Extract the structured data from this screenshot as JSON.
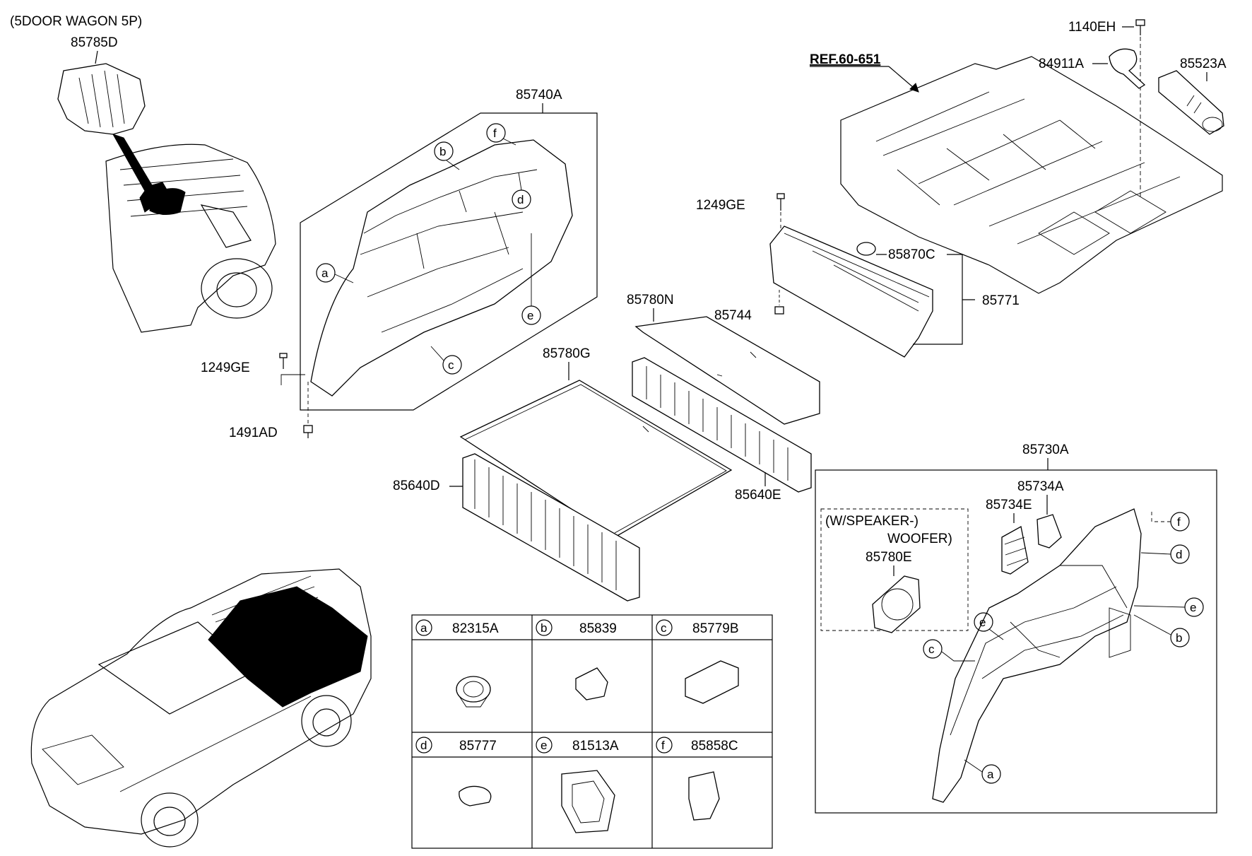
{
  "labels": {
    "variant": "(5DOOR WAGON 5P)",
    "p85785D": "85785D",
    "p85740A": "85740A",
    "p1249GE_a": "1249GE",
    "p1491AD": "1491AD",
    "p85780G": "85780G",
    "p85640D": "85640D",
    "p85780N": "85780N",
    "p85640E": "85640E",
    "p1249GE_b": "1249GE",
    "p85744": "85744",
    "p85870C": "85870C",
    "p85771": "85771",
    "ref": "REF.60-651",
    "p1140EH": "1140EH",
    "p84911A": "84911A",
    "p85523A": "85523A",
    "p85730A": "85730A",
    "p85734A": "85734A",
    "p85734E": "85734E",
    "speaker1": "(W/SPEAKER-)",
    "speaker2": "WOOFER)",
    "p85780E": "85780E"
  },
  "callouts": {
    "a": "a",
    "b": "b",
    "c": "c",
    "d": "d",
    "e": "e",
    "f": "f"
  },
  "legend": [
    {
      "letter": "a",
      "part": "82315A"
    },
    {
      "letter": "b",
      "part": "85839"
    },
    {
      "letter": "c",
      "part": "85779B"
    },
    {
      "letter": "d",
      "part": "85777"
    },
    {
      "letter": "e",
      "part": "81513A"
    },
    {
      "letter": "f",
      "part": "85858C"
    }
  ]
}
